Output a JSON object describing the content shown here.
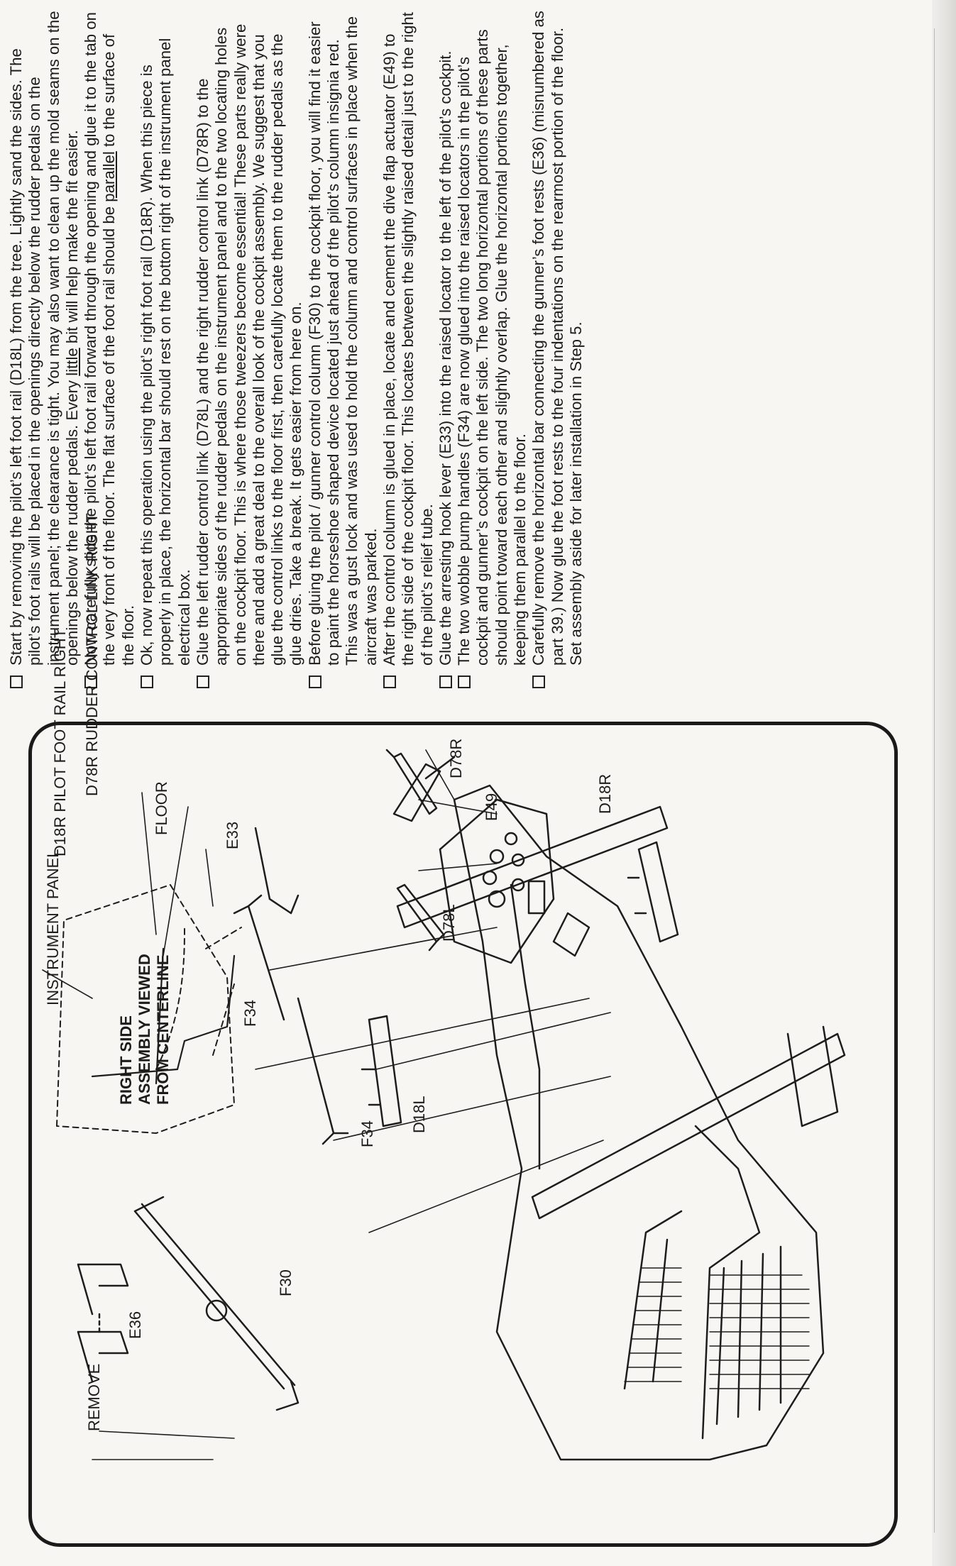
{
  "steps": [
    "Start by removing the pilot’s left foot rail (D18L) from the tree. Lightly sand the sides. The pilot’s foot rails will be placed in the openings directly below the rudder pedals on the instrument panel; the clearance is tight. You may also want to clean up the mold seams on the openings below the rudder pedals. Every ",
    "Now carefully slide the pilot’s left foot rail forward through the opening and glue it to the tab on the very front of the floor. The flat surface of the foot rail should be ",
    "Ok, now repeat this operation using the pilot’s right foot rail (D18R). When this piece is properly in place, the horizontal bar should rest on the bottom right of the instrument panel electrical box.",
    "Glue the left rudder control link (D78L) and the right rudder control link (D78R) to the appropriate sides of the rudder pedals on the instrument panel and to the two locating holes on the cockpit floor. This is where those tweezers become essential! These parts really were there and add a great deal to the overall look of the cockpit assembly. We suggest that you glue the control links to the floor first, then carefully locate them to the rudder pedals as the glue dries. Take a break. It gets easier from here on.",
    "Before gluing the pilot / gunner control column (F30) to the cockpit floor, you will find it easier to paint the horseshoe shaped device located just ahead of the pilot’s column insignia red. This was a gust lock and was used to hold the column and control surfaces in place when the aircraft was parked.",
    "After the control column is glued in place, locate and cement the dive flap actuator (E49) to the right side of the cockpit floor. This locates between the slightly raised detail just to the right of the pilot’s relief tube.",
    "Glue the arresting hook lever (E33) into the raised locator to the left of the pilot’s cockpit.",
    "The two wobble pump handles (F34) are now glued into the raised locators in the pilot’s cockpit and gunner’s cockpit on the left side. The two long horizontal portions of these parts should point toward each other and slightly overlap. Glue the horizontal portions together, keeping them parallel to the floor.",
    "Carefully remove the horizontal bar connecting the gunner’s foot rests (E36) (misnumbered as part 39.) Now glue the foot rests to the four indentations on the rearmost portion of the floor. Set assembly aside for later installation in Step 5."
  ],
  "step1_underlined": "little",
  "step1_tail": " bit will help make the fit easier.",
  "step2_underlined": "parallel",
  "step2_tail": " to the surface of the floor.",
  "diagram": {
    "label_d18r_rail": "D18R PILOT FOOT RAIL RIGHT",
    "label_d78r_link": "D78R RUDDER CONTROL LINK RIGHT",
    "label_floor": "FLOOR",
    "label_instrument_panel": "INSTRUMENT PANEL",
    "subassembly_title": "RIGHT SIDE ASSEMBLY VIEWED FROM CENTERLINE",
    "label_remove": "REMOVE",
    "parts": {
      "e36": "E36",
      "f30": "F30",
      "f34a": "F34",
      "f34b": "F34",
      "e33": "E33",
      "d18l": "D18L",
      "d78l": "D78L",
      "d78r": "D78R",
      "e49": "E49",
      "d18r": "D18R"
    }
  }
}
